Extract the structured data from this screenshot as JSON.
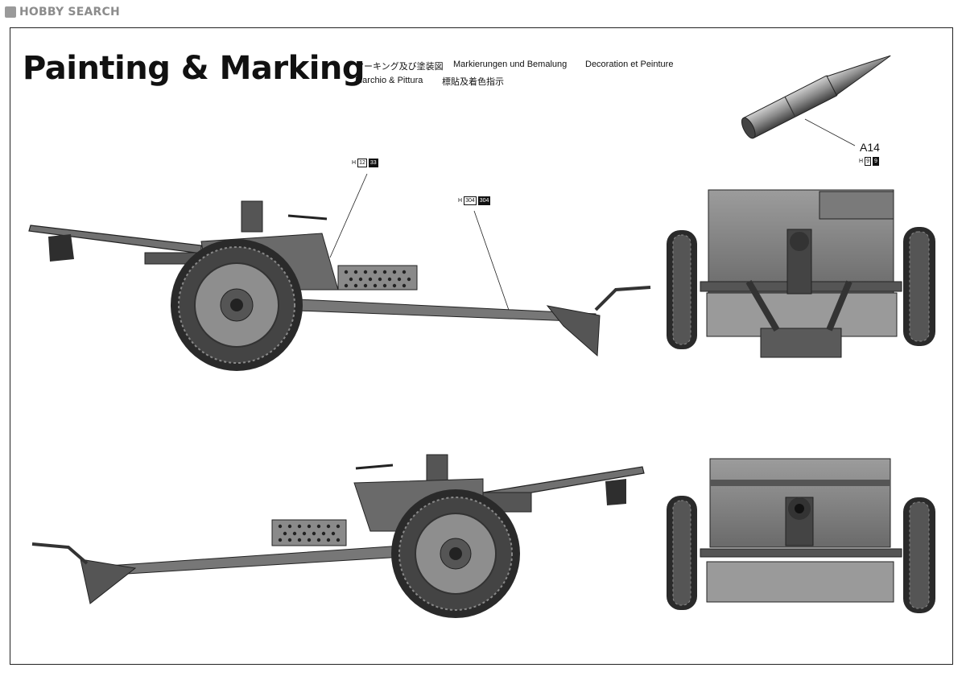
{
  "watermark": {
    "text": "HOBBY SEARCH"
  },
  "heading": {
    "title": "Painting & Marking"
  },
  "subtitles": {
    "japanese": "マーキング及び塗装図",
    "german": "Markierungen und Bemalung",
    "french": "Decoration et Peinture",
    "italian": "Marchio & Pittura",
    "chinese": "標貼及着色指示"
  },
  "callouts": {
    "shield": {
      "prefix": "H",
      "a": "12",
      "b": "33"
    },
    "trail": {
      "prefix": "H",
      "a": "304",
      "b": "304"
    },
    "shell": {
      "label": "A14",
      "prefix": "H",
      "a": "9",
      "b": "9"
    }
  },
  "icons": {
    "watermark": "hobby-search-logo-icon",
    "gun_left": "anti-tank-gun-side-view-left",
    "gun_right": "anti-tank-gun-side-view-right",
    "gun_front": "anti-tank-gun-front-view",
    "gun_rear": "anti-tank-gun-rear-view",
    "shell": "artillery-shell"
  },
  "colors": {
    "ink": "#111111",
    "metal_dark": "#3a3a3a",
    "metal_mid": "#6e6e6e",
    "metal_light": "#a8a8a8",
    "tire": "#2a2a2a"
  }
}
